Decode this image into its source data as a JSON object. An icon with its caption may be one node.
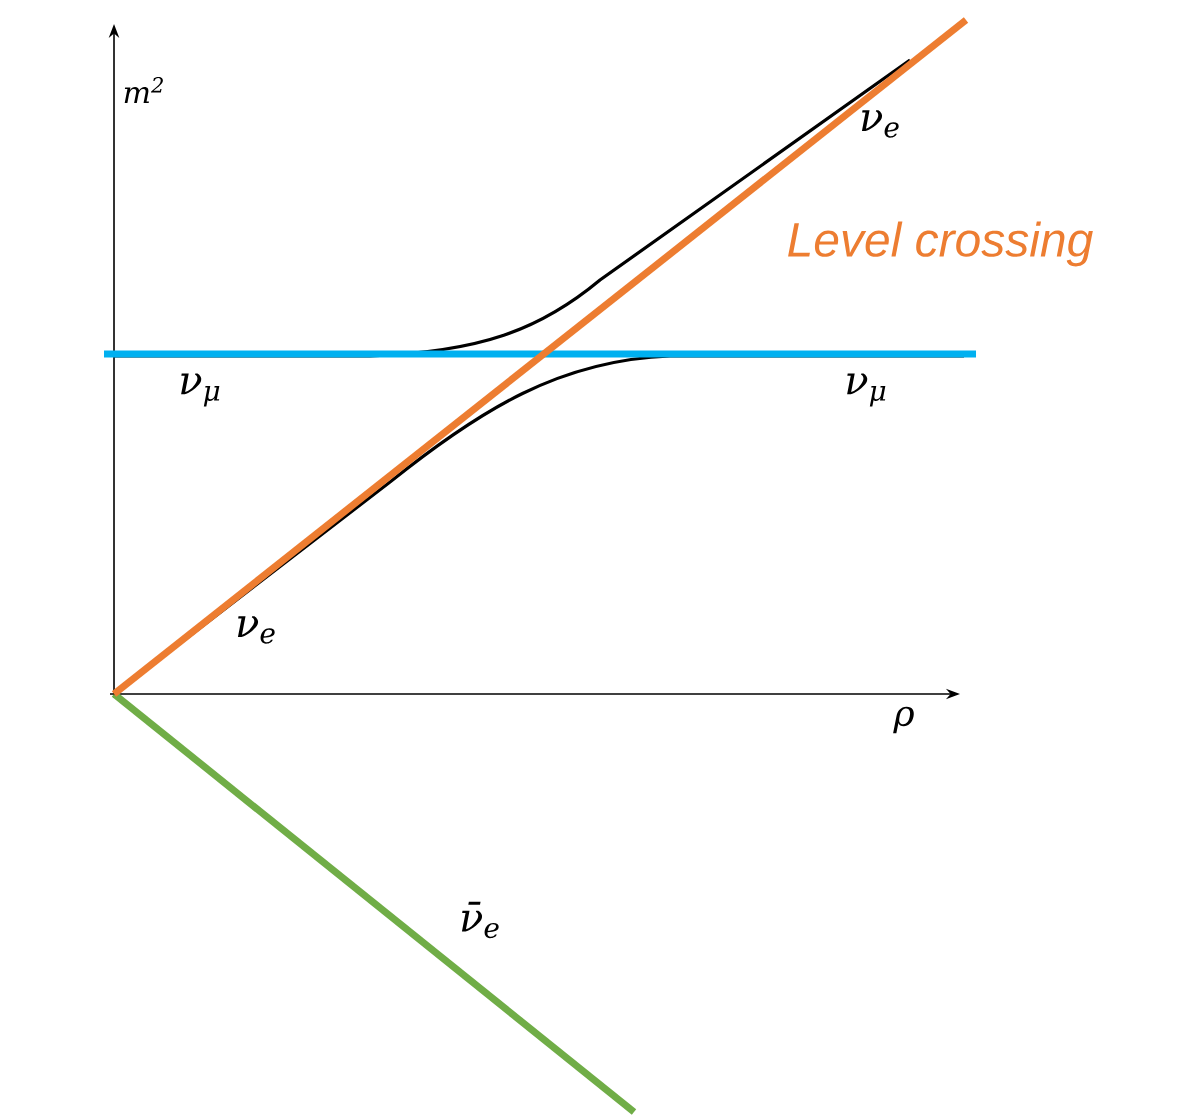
{
  "diagram": {
    "labels": [
      "m$^{2}$",
      "ν$_{e}$",
      "Level crossing",
      "ν$_{μ}$",
      "ν$_{μ}$",
      "ν$_{e}$",
      "ρ",
      "ν̄$_{e}$"
    ]
  }
}
